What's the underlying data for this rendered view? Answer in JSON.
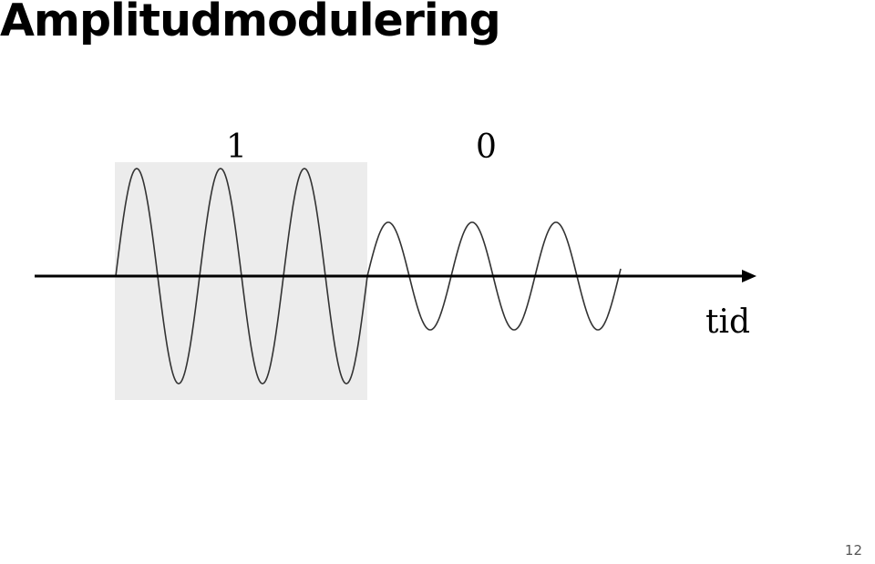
{
  "title": "Amplitudmodulering",
  "bits": [
    "1",
    "0"
  ],
  "axis_label": "tid",
  "page_number": "12",
  "signal": {
    "amplitude_high": 1.0,
    "amplitude_low": 0.5,
    "cycles_per_bit": 3
  },
  "colors": {
    "highlight": "#ececec",
    "wave": "#333333",
    "axis": "#000000"
  }
}
